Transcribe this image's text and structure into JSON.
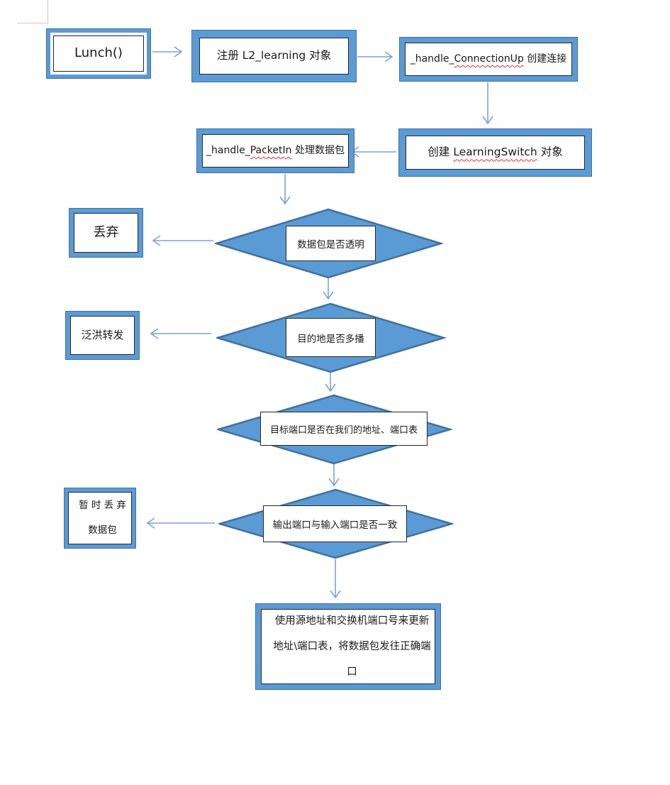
{
  "palette": {
    "frame_blue": "#5b9bd5",
    "frame_dark_blue": "#41719c",
    "diamond_fill": "#5b9bd5",
    "diamond_border": "#41719c",
    "arrow_blue": "#7ca3d9",
    "inner_border": "#262626",
    "spellcheck_red": "#d13438",
    "corner_mark_gray": "#c9c9c9"
  },
  "flowchart": {
    "lunch": {
      "label": "Lunch()"
    },
    "register": {
      "label": "注册 L2_learning 对象"
    },
    "connection_up": {
      "pre": "_handle_",
      "misspelled": "ConnectionUp",
      "post": " 创建连接"
    },
    "create_switch": {
      "pre": "创建 ",
      "misspelled": "LearningSwitch",
      "post": " 对象"
    },
    "packet_in": {
      "pre": "_handle_",
      "misspelled": "PacketIn",
      "post": " 处理数据包"
    },
    "decision_transparent": {
      "label": "数据包是否透明"
    },
    "discard": {
      "label": "丢弃"
    },
    "decision_multicast": {
      "label": "目的地是否多播"
    },
    "flood": {
      "label": "泛洪转发"
    },
    "decision_port_in_table": {
      "label": "目标端口是否在我们的地址、端口表"
    },
    "decision_same_port": {
      "label": "输出端口与输入端口是否一致"
    },
    "temp_discard": {
      "line1": "暂 时 丢 弃",
      "line2": "数据包"
    },
    "update": {
      "line1": "使用源地址和交换机端口号来更新",
      "line2": "地址\\端口表，将数据包发往正确端",
      "line3": "口"
    }
  }
}
